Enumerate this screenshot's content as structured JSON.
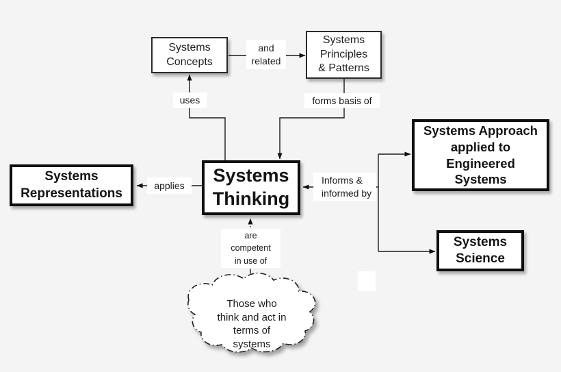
{
  "diagram": {
    "type": "concept-map",
    "colors": {
      "background": "#f4f4f4",
      "node_fill": "#ffffff",
      "border": "#0e0e0e",
      "line": "#1a1a1a"
    }
  },
  "nodes": {
    "systems_concepts": {
      "label": "Systems\nConcepts"
    },
    "systems_principles": {
      "label": "Systems\nPrinciples\n& Patterns"
    },
    "systems_thinking": {
      "label": "Systems\nThinking"
    },
    "systems_representations": {
      "label": "Systems\nRepresentations"
    },
    "systems_approach": {
      "label": "Systems Approach\napplied to\nEngineered\nSystems"
    },
    "systems_science": {
      "label": "Systems\nScience"
    },
    "those_who": {
      "label": "Those who\nthink and act in\nterms of\nsystems"
    }
  },
  "edges": {
    "and_related": {
      "label": "and\nrelated",
      "from": "systems_concepts",
      "to": "systems_principles"
    },
    "uses": {
      "label": "uses",
      "from": "systems_thinking",
      "to": "systems_concepts"
    },
    "forms_basis_of": {
      "label": "forms basis of",
      "from": "systems_principles",
      "to": "systems_thinking"
    },
    "applies": {
      "label": "applies",
      "from": "systems_thinking",
      "to": "systems_representations"
    },
    "informs_informed_by": {
      "label": "Informs &\ninformed by",
      "from": "systems_approach_and_science",
      "to": "systems_thinking"
    },
    "are_competent_in_use_of": {
      "label": "are\ncompetent\nin use of",
      "from": "those_who",
      "to": "systems_thinking"
    }
  }
}
